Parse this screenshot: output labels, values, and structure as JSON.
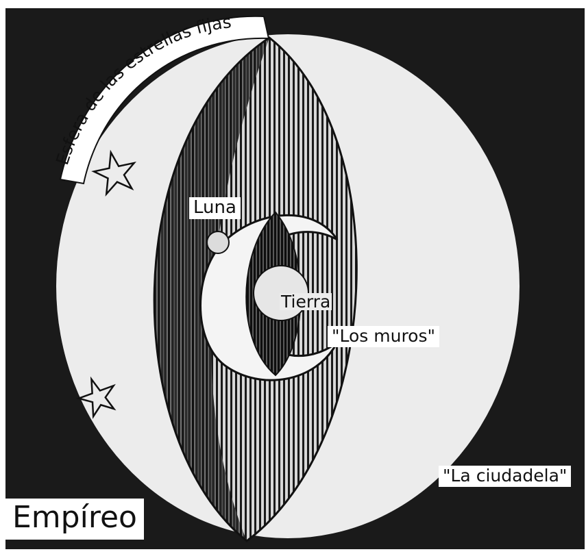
{
  "labels": {
    "fixed_stars": "Esfera de las estrellas fijas",
    "moon": "Luna",
    "earth": "Tierra",
    "walls": "\"Los muros\"",
    "citadel": "\"La ciudadela\"",
    "empyrean": "Empíreo"
  },
  "colors": {
    "background": "#1a1a1a",
    "sphere": "#ececec",
    "shading": "#2a2a2a",
    "hatching": "#111111",
    "frame": "#ffffff"
  },
  "icons": [
    "star-icon",
    "star-icon"
  ]
}
